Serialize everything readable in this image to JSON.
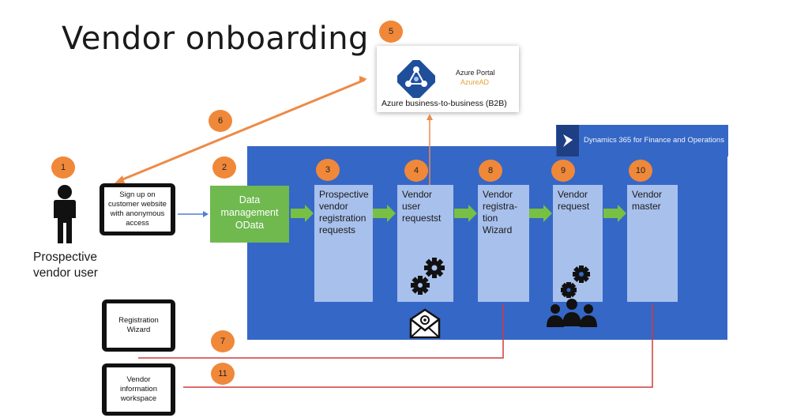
{
  "title": "Vendor onboarding",
  "badges": [
    "1",
    "2",
    "3",
    "4",
    "5",
    "6",
    "7",
    "8",
    "9",
    "10",
    "11"
  ],
  "azure": {
    "portal_label": "Azure Portal",
    "azuread_label": "AzureAD",
    "caption": "Azure business-to-business (B2B)"
  },
  "d365": {
    "label": "Dynamics 365 for Finance and Operations"
  },
  "user": {
    "line1": "Prospective",
    "line2": "vendor user"
  },
  "signup": {
    "line1": "Sign up on",
    "line2": "customer website",
    "line3": "with anonymous",
    "line4": "access"
  },
  "data_management": {
    "line1": "Data",
    "line2": "management",
    "line3": "OData"
  },
  "steps": {
    "prospective": {
      "line1": "Prospective",
      "line2": "vendor",
      "line3": "registration",
      "line4": "requests"
    },
    "vendor_user": {
      "line1": "Vendor",
      "line2": "user",
      "line3": "requestst"
    },
    "wizard": {
      "line1": "Vendor",
      "line2": "registra-",
      "line3": "tion",
      "line4": "Wizard"
    },
    "vendor_request": {
      "line1": "Vendor",
      "line2": "request"
    },
    "vendor_master": {
      "line1": "Vendor",
      "line2": "master"
    }
  },
  "registration_wizard": {
    "line1": "Registration",
    "line2": "Wizard"
  },
  "vendor_workspace": {
    "line1": "Vendor",
    "line2": "information",
    "line3": "workspace"
  },
  "colors": {
    "panel": "#3567c6",
    "column": "#a8c0ec",
    "data_management": "#6fb94f",
    "badge": "#f0883a",
    "arrow_green": "#77c043",
    "line_red": "#d23b3b",
    "line_orange": "#ee8a48"
  },
  "icons": [
    "person-icon",
    "tablet-icon",
    "azure-ad-icon",
    "dynamics-logo-icon",
    "gears-icon",
    "email-icon",
    "people-gear-icon"
  ]
}
